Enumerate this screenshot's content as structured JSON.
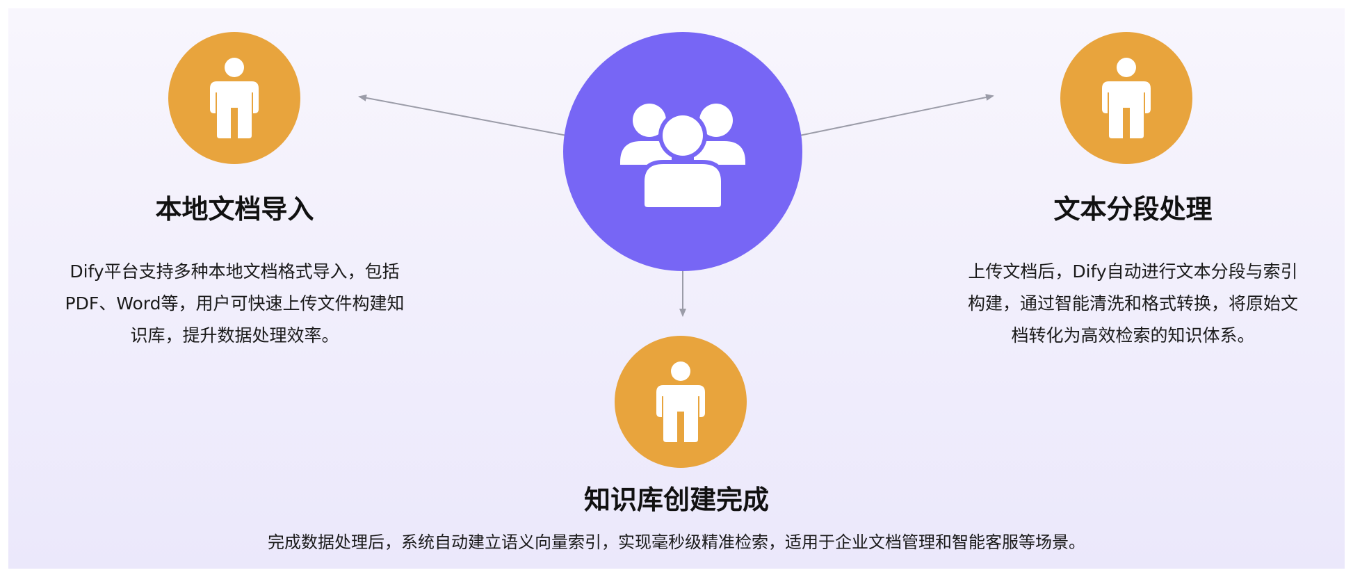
{
  "colors": {
    "center": "#7766f5",
    "node": "#e8a43d",
    "arrow": "#9b9ca8",
    "icon": "#ffffff"
  },
  "center_node": {
    "icon": "group-icon"
  },
  "nodes": [
    {
      "icon": "person-icon",
      "title": "本地文档导入",
      "desc_lines": [
        "Dify平台支持多种本地文档格式导入，包括",
        "PDF、Word等，用户可快速上传文件构建知",
        "识库，提升数据处理效率。"
      ]
    },
    {
      "icon": "person-icon",
      "title": "文本分段处理",
      "desc_lines": [
        "上传文档后，Dify自动进行文本分段与索引",
        "构建，通过智能清洗和格式转换，将原始文",
        "档转化为高效检索的知识体系。"
      ]
    },
    {
      "icon": "person-icon",
      "title": "知识库创建完成",
      "desc_lines": [
        "完成数据处理后，系统自动建立语义向量索引，实现毫秒级精准检索，适用于企业文档管理和智能客服等场景。"
      ]
    }
  ]
}
